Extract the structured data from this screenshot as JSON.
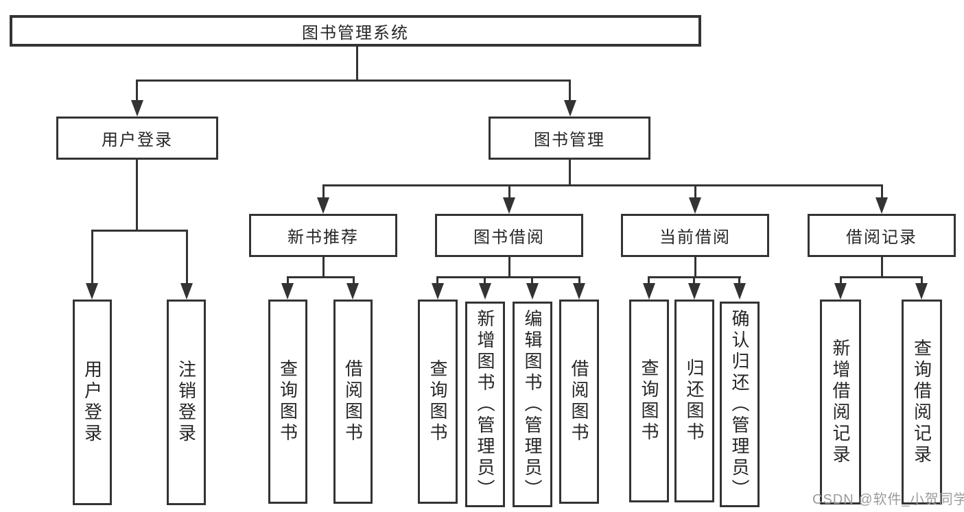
{
  "diagram": {
    "root": {
      "label": "图书管理系统"
    },
    "level2": [
      {
        "label": "用户登录"
      },
      {
        "label": "图书管理"
      }
    ],
    "level3": [
      {
        "label": "新书推荐"
      },
      {
        "label": "图书借阅"
      },
      {
        "label": "当前借阅"
      },
      {
        "label": "借阅记录"
      }
    ],
    "leaves": {
      "user": [
        "用户登录",
        "注销登录"
      ],
      "recommend": [
        "查询图书",
        "借阅图书"
      ],
      "borrow": [
        "查询图书",
        "新增图书（管理员）",
        "编辑图书（管理员）",
        "借阅图书"
      ],
      "current": [
        "查询图书",
        "归还图书",
        "确认归还（管理员）"
      ],
      "record": [
        "新增借阅记录",
        "查询借阅记录"
      ]
    }
  },
  "watermark": {
    "text": "CSDN @软件_小贺同学"
  },
  "colors": {
    "border": "#333333",
    "text": "#262626",
    "watermark": "#9b9b9b",
    "background": "#ffffff"
  }
}
